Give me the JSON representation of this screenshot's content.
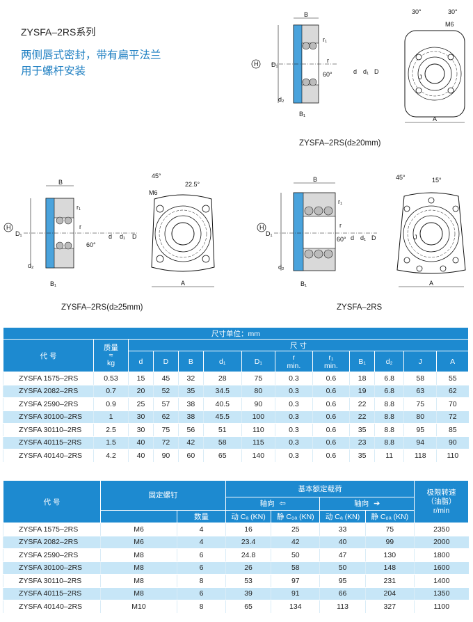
{
  "heading": {
    "series": "ZYSFA–2RS系列",
    "desc_line1": "两侧唇式密封，带有扁平法兰",
    "desc_line2": "用于螺杆安装"
  },
  "figures": {
    "fig1_caption": "ZYSFA–2RS(d≥20mm)",
    "fig2_caption": "ZYSFA–2RS(d≥25mm)",
    "fig3_caption": "ZYSFA–2RS",
    "labels": {
      "B": "B",
      "B1": "B₁",
      "D": "D",
      "D1": "D₁",
      "d": "d",
      "d1": "d₁",
      "d2": "d₂",
      "r": "r",
      "r1": "r₁",
      "J": "J",
      "A": "A",
      "H": "H",
      "angle60": "60°",
      "angle30": "30°",
      "angle45": "45°",
      "angle225": "22.5°",
      "angle15": "15°",
      "M6": "M6"
    }
  },
  "table1": {
    "unit_header": "尺寸单位：mm",
    "code_header": "代 号",
    "mass_header": "质量",
    "mass_sym": "≈",
    "mass_unit": "kg",
    "dims_header": "尺 寸",
    "cols": [
      "d",
      "D",
      "B",
      "d₁",
      "D₁",
      "r",
      "r₁",
      "B₁",
      "d₂",
      "J",
      "A"
    ],
    "r_min": "min.",
    "r1_min": "min.",
    "rows": [
      [
        "ZYSFA 1575–2RS",
        "0.53",
        "15",
        "45",
        "32",
        "28",
        "75",
        "0.3",
        "0.6",
        "18",
        "6.8",
        "58",
        "55"
      ],
      [
        "ZYSFA 2082–2RS",
        "0.7",
        "20",
        "52",
        "35",
        "34.5",
        "80",
        "0.3",
        "0.6",
        "19",
        "6.8",
        "63",
        "62"
      ],
      [
        "ZYSFA 2590–2RS",
        "0.9",
        "25",
        "57",
        "38",
        "40.5",
        "90",
        "0.3",
        "0.6",
        "22",
        "8.8",
        "75",
        "70"
      ],
      [
        "ZYSFA 30100–2RS",
        "1",
        "30",
        "62",
        "38",
        "45.5",
        "100",
        "0.3",
        "0.6",
        "22",
        "8.8",
        "80",
        "72"
      ],
      [
        "ZYSFA 30110–2RS",
        "2.5",
        "30",
        "75",
        "56",
        "51",
        "110",
        "0.3",
        "0.6",
        "35",
        "8.8",
        "95",
        "85"
      ],
      [
        "ZYSFA 40115–2RS",
        "1.5",
        "40",
        "72",
        "42",
        "58",
        "115",
        "0.3",
        "0.6",
        "23",
        "8.8",
        "94",
        "90"
      ],
      [
        "ZYSFA 40140–2RS",
        "4.2",
        "40",
        "90",
        "60",
        "65",
        "140",
        "0.3",
        "0.6",
        "35",
        "11",
        "118",
        "110"
      ]
    ]
  },
  "table2": {
    "code_header": "代 号",
    "screw_header": "固定螺钉",
    "qty_header": "数量",
    "load_header": "基本额定载荷",
    "axial_left": "轴向",
    "axial_right": "轴向",
    "dyn_left": "动 Cₐ (KN)",
    "stat_left": "静 C₀ₐ (KN)",
    "dyn_right": "动 Cₐ (KN)",
    "stat_right": "静 C₀ₐ (KN)",
    "speed_header_1": "极限转速",
    "speed_header_2": "（油脂）",
    "speed_header_3": "r/min",
    "rows": [
      [
        "ZYSFA 1575–2RS",
        "M6",
        "4",
        "16",
        "25",
        "33",
        "75",
        "2350"
      ],
      [
        "ZYSFA 2082–2RS",
        "M6",
        "4",
        "23.4",
        "42",
        "40",
        "99",
        "2000"
      ],
      [
        "ZYSFA 2590–2RS",
        "M8",
        "6",
        "24.8",
        "50",
        "47",
        "130",
        "1800"
      ],
      [
        "ZYSFA 30100–2RS",
        "M8",
        "6",
        "26",
        "58",
        "50",
        "148",
        "1600"
      ],
      [
        "ZYSFA 30110–2RS",
        "M8",
        "8",
        "53",
        "97",
        "95",
        "231",
        "1400"
      ],
      [
        "ZYSFA 40115–2RS",
        "M8",
        "6",
        "39",
        "91",
        "66",
        "204",
        "1350"
      ],
      [
        "ZYSFA 40140–2RS",
        "M10",
        "8",
        "65",
        "134",
        "113",
        "327",
        "1100"
      ]
    ]
  },
  "colors": {
    "accent": "#1d8ad0",
    "row_alt": "#c7e6f7",
    "bearing_blue": "#4aa3dc",
    "bearing_gray": "#c8c8c8"
  }
}
